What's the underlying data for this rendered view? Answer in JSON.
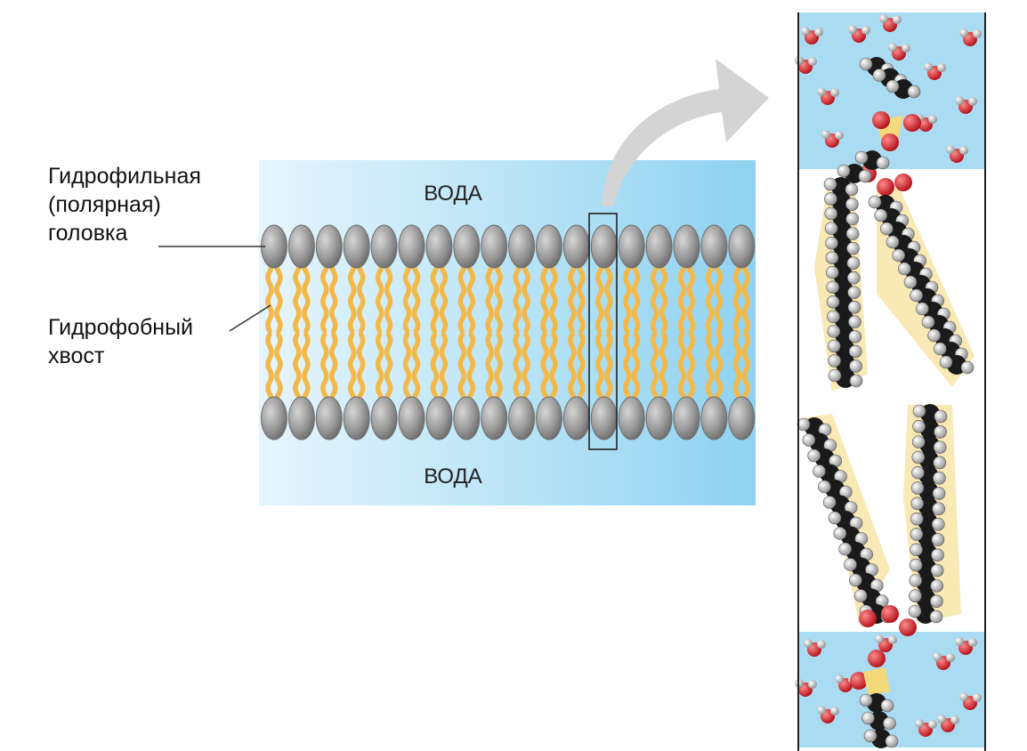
{
  "labels": {
    "hydrophilic_line1": "Гидрофильная",
    "hydrophilic_line2": "(полярная)",
    "hydrophilic_line3": "головка",
    "hydrophobic_line1": "Гидрофобный",
    "hydrophobic_line2": "хвост",
    "water_top": "ВОДА",
    "water_bottom": "ВОДА"
  },
  "colors": {
    "water": "#a9dcf3",
    "water_light": "#e3f4fc",
    "head": "#8e8e8e",
    "tail": "#f2b94a",
    "carbon": "#1a1a1a",
    "hydrogen": "#bdbdbd",
    "oxygen": "#d9202a",
    "phosphate": "#f3d97a",
    "arrow": "#d4d4d4"
  },
  "icons": {
    "arrow": "curved-arrow-icon"
  }
}
